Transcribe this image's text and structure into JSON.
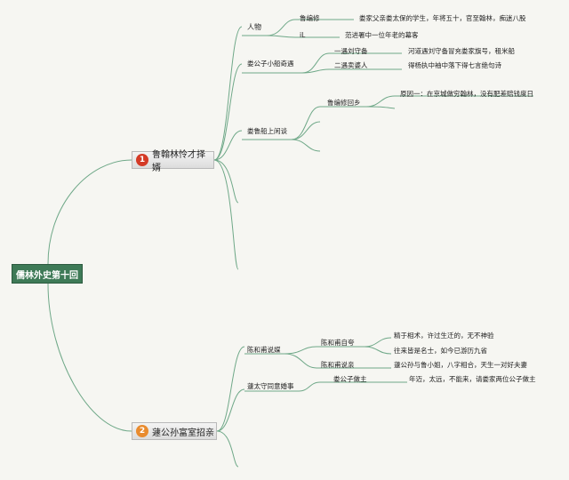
{
  "root": "儒林外史第十回",
  "branches": [
    {
      "number": "1",
      "label": "鲁翰林怜才择婿",
      "children": [
        {
          "label": "人物",
          "children": [
            {
              "label": "鲁编修",
              "detail": "娄家父亲娄太保的学生，年将五十，官至翰林，痴迷八股"
            },
            {
              "label": "iL",
              "detail": "范进署中一位年老的幕客"
            }
          ]
        },
        {
          "label": "娄公子小船奇遇",
          "children": [
            {
              "label": "一遇刘守备",
              "detail": "河道遇刘守备冒充娄家旗号，租米船"
            },
            {
              "label": "二遇卖婆人",
              "detail": "得杨执中袖中落下得七言绝句诗"
            }
          ]
        },
        {
          "label": "娄鲁船上闲谈",
          "children": [
            {
              "label": "鲁编修回乡",
              "detail": "原因一：在京城做穷翰林，没有肥差赔钱度日"
            }
          ]
        }
      ]
    },
    {
      "number": "2",
      "label": "蘧公孙富室招亲",
      "children": [
        {
          "label": "陈和甫说媒",
          "children": [
            {
              "label": "陈和甫自夸",
              "details": [
                "精于相术，许过生迁的，无不神验",
                "往来皆是名士，如今已游历九省"
              ]
            },
            {
              "label": "陈和甫说亲",
              "details": [
                "蘧公孙与鲁小姐，八字相合，天生一对好夫妻"
              ]
            }
          ]
        },
        {
          "label": "蘧太守同意婚事",
          "children": [
            {
              "label": "娄公子做主",
              "details": [
                "年迈，太远，不能来，请娄家两位公子做主"
              ]
            }
          ]
        }
      ]
    }
  ],
  "colors": {
    "line": "#6fa888",
    "root_fill": "#3e7a57",
    "badge_1": "#d43a26",
    "badge_2": "#e98b2e"
  }
}
